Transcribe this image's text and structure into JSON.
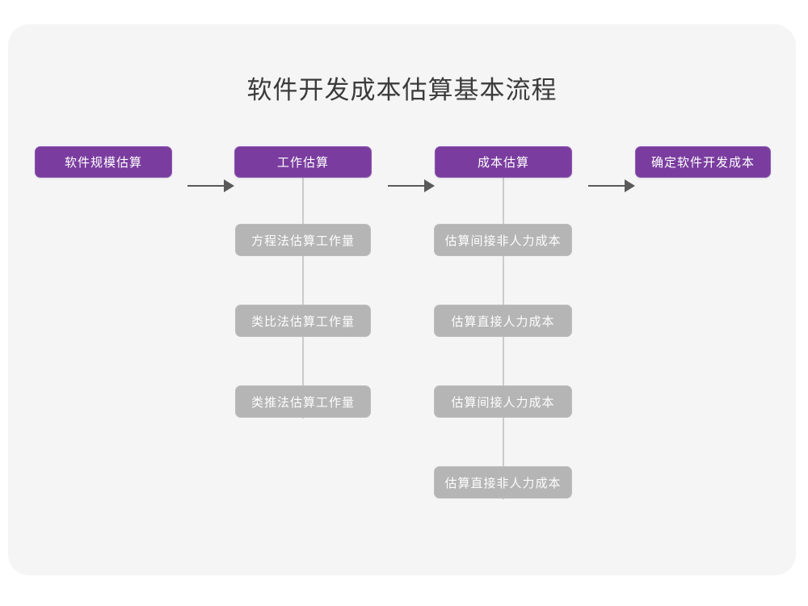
{
  "diagram": {
    "title": "软件开发成本估算基本流程",
    "type": "flowchart",
    "colors": {
      "page_background": "#ffffff",
      "card_background": "#f5f5f6",
      "stage_fill": "#7a3d9f",
      "stage_border": "#8d58ae",
      "stage_text": "#ffffff",
      "sub_fill": "#b5b5b5",
      "sub_text": "#fdfdfd",
      "connector": "#cbcbcb",
      "arrow": "#5a5a5a",
      "title_text": "#3b3b3b"
    },
    "stages": [
      {
        "id": "stage-1",
        "label": "软件规模估算",
        "children": []
      },
      {
        "id": "stage-2",
        "label": "工作估算",
        "children": [
          {
            "id": "stage-2-sub-1",
            "label": "方程法估算工作量"
          },
          {
            "id": "stage-2-sub-2",
            "label": "类比法估算工作量"
          },
          {
            "id": "stage-2-sub-3",
            "label": "类推法估算工作量"
          }
        ]
      },
      {
        "id": "stage-3",
        "label": "成本估算",
        "children": [
          {
            "id": "stage-3-sub-1",
            "label": "估算间接非人力成本"
          },
          {
            "id": "stage-3-sub-2",
            "label": "估算直接人力成本"
          },
          {
            "id": "stage-3-sub-3",
            "label": "估算间接人力成本"
          },
          {
            "id": "stage-3-sub-4",
            "label": "估算直接非人力成本"
          }
        ]
      },
      {
        "id": "stage-4",
        "label": "确定软件开发成本",
        "children": []
      }
    ],
    "arrows": [
      {
        "id": "arrow-1",
        "glyph": "arrow-right-icon",
        "from": "stage-1",
        "to": "stage-2"
      },
      {
        "id": "arrow-2",
        "glyph": "arrow-right-icon",
        "from": "stage-2",
        "to": "stage-3"
      },
      {
        "id": "arrow-3",
        "glyph": "arrow-right-icon",
        "from": "stage-3",
        "to": "stage-4"
      }
    ]
  }
}
